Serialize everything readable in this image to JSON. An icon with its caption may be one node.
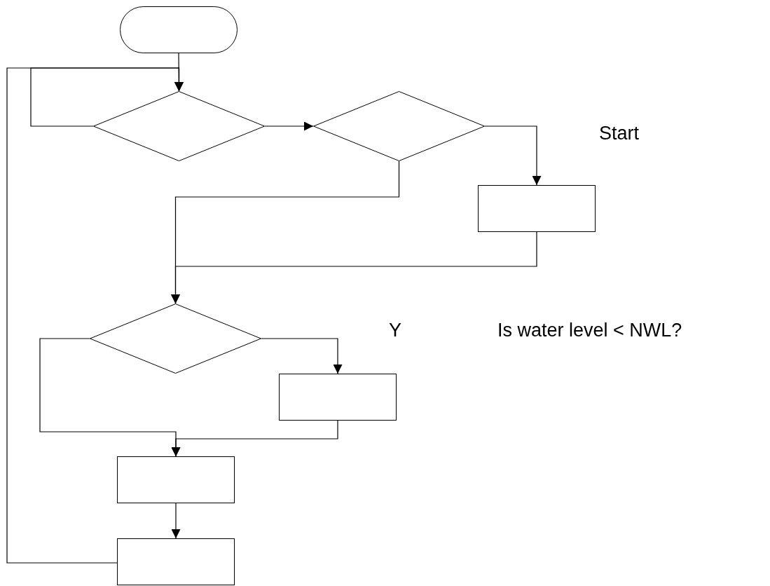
{
  "diagram": {
    "nodes": [
      {
        "text": [],
        "shape": "oval"
      },
      {
        "text": [],
        "shape": "diamond"
      },
      {
        "text": [],
        "shape": "diamond"
      },
      {
        "text": [],
        "shape": "box"
      },
      {
        "text": [],
        "shape": "diamond"
      },
      {
        "text": [],
        "shape": "box"
      },
      {
        "text": [],
        "shape": "box"
      },
      {
        "text": [],
        "shape": "box"
      }
    ],
    "edges": [
      {
        "from": 0,
        "to": 1,
        "arrow": "to"
      },
      {
        "from": 1,
        "to": 1,
        "arrow": "to"
      },
      {
        "from": 1,
        "to": 2,
        "arrow": "to"
      },
      {
        "from": 2,
        "to": 3,
        "arrow": "to"
      },
      {
        "from": 2,
        "to": 4,
        "arrow": "to"
      },
      {
        "from": 3,
        "to": 4,
        "arrow": "to"
      },
      {
        "from": 4,
        "to": 5,
        "arrow": "to"
      },
      {
        "from": 4,
        "to": 6,
        "arrow": "to"
      },
      {
        "from": 5,
        "to": 6,
        "arrow": "to"
      },
      {
        "from": 6,
        "to": 7,
        "arrow": "to"
      },
      {
        "from": 7,
        "to": 1,
        "arrow": "to"
      }
    ],
    "labels": [
      "Start",
      "Y",
      "Is water level < NWL?"
    ]
  }
}
